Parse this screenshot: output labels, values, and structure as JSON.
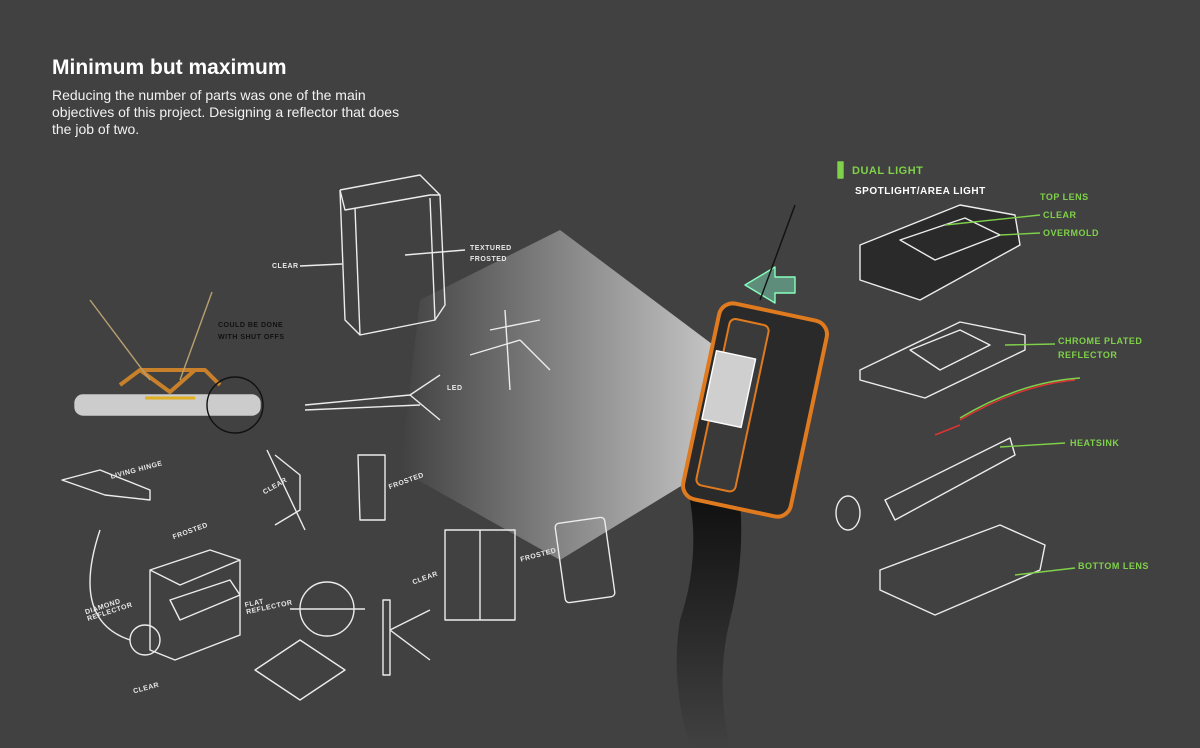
{
  "header": {
    "title": "Minimum but maximum",
    "description": "Reducing the number of parts was one of the main objectives of this project. Designing a reflector that does the job of two."
  },
  "sketch_labels": {
    "clear_1": "CLEAR",
    "textured": "TEXTURED",
    "frosted_1": "FROSTED",
    "shutoff_1": "COULD BE DONE",
    "shutoff_2": "WITH SHUT OFFS",
    "led": "LED",
    "living_hinge": "LIVING HINGE",
    "clear_2": "CLEAR",
    "frosted_2": "FROSTED",
    "frosted_3": "FROSTED",
    "diamond_reflector": "DIAMOND REFLECTOR",
    "flat_reflector": "FLAT REFLECTOR",
    "clear_3": "CLEAR",
    "clear_4": "CLEAR",
    "frosted_4": "FROSTED"
  },
  "exploded_view": {
    "heading": "DUAL LIGHT",
    "subheading": "SPOTLIGHT/AREA LIGHT",
    "top_lens": "TOP LENS",
    "clear": "CLEAR",
    "overmold": "OVERMOLD",
    "chrome_1": "CHROME PLATED",
    "chrome_2": "REFLECTOR",
    "heatsink": "HEATSINK",
    "bottom_lens": "BOTTOM LENS"
  },
  "colors": {
    "background": "#414141",
    "accent_green": "#7fd14a",
    "device_orange": "#e07a1f"
  }
}
